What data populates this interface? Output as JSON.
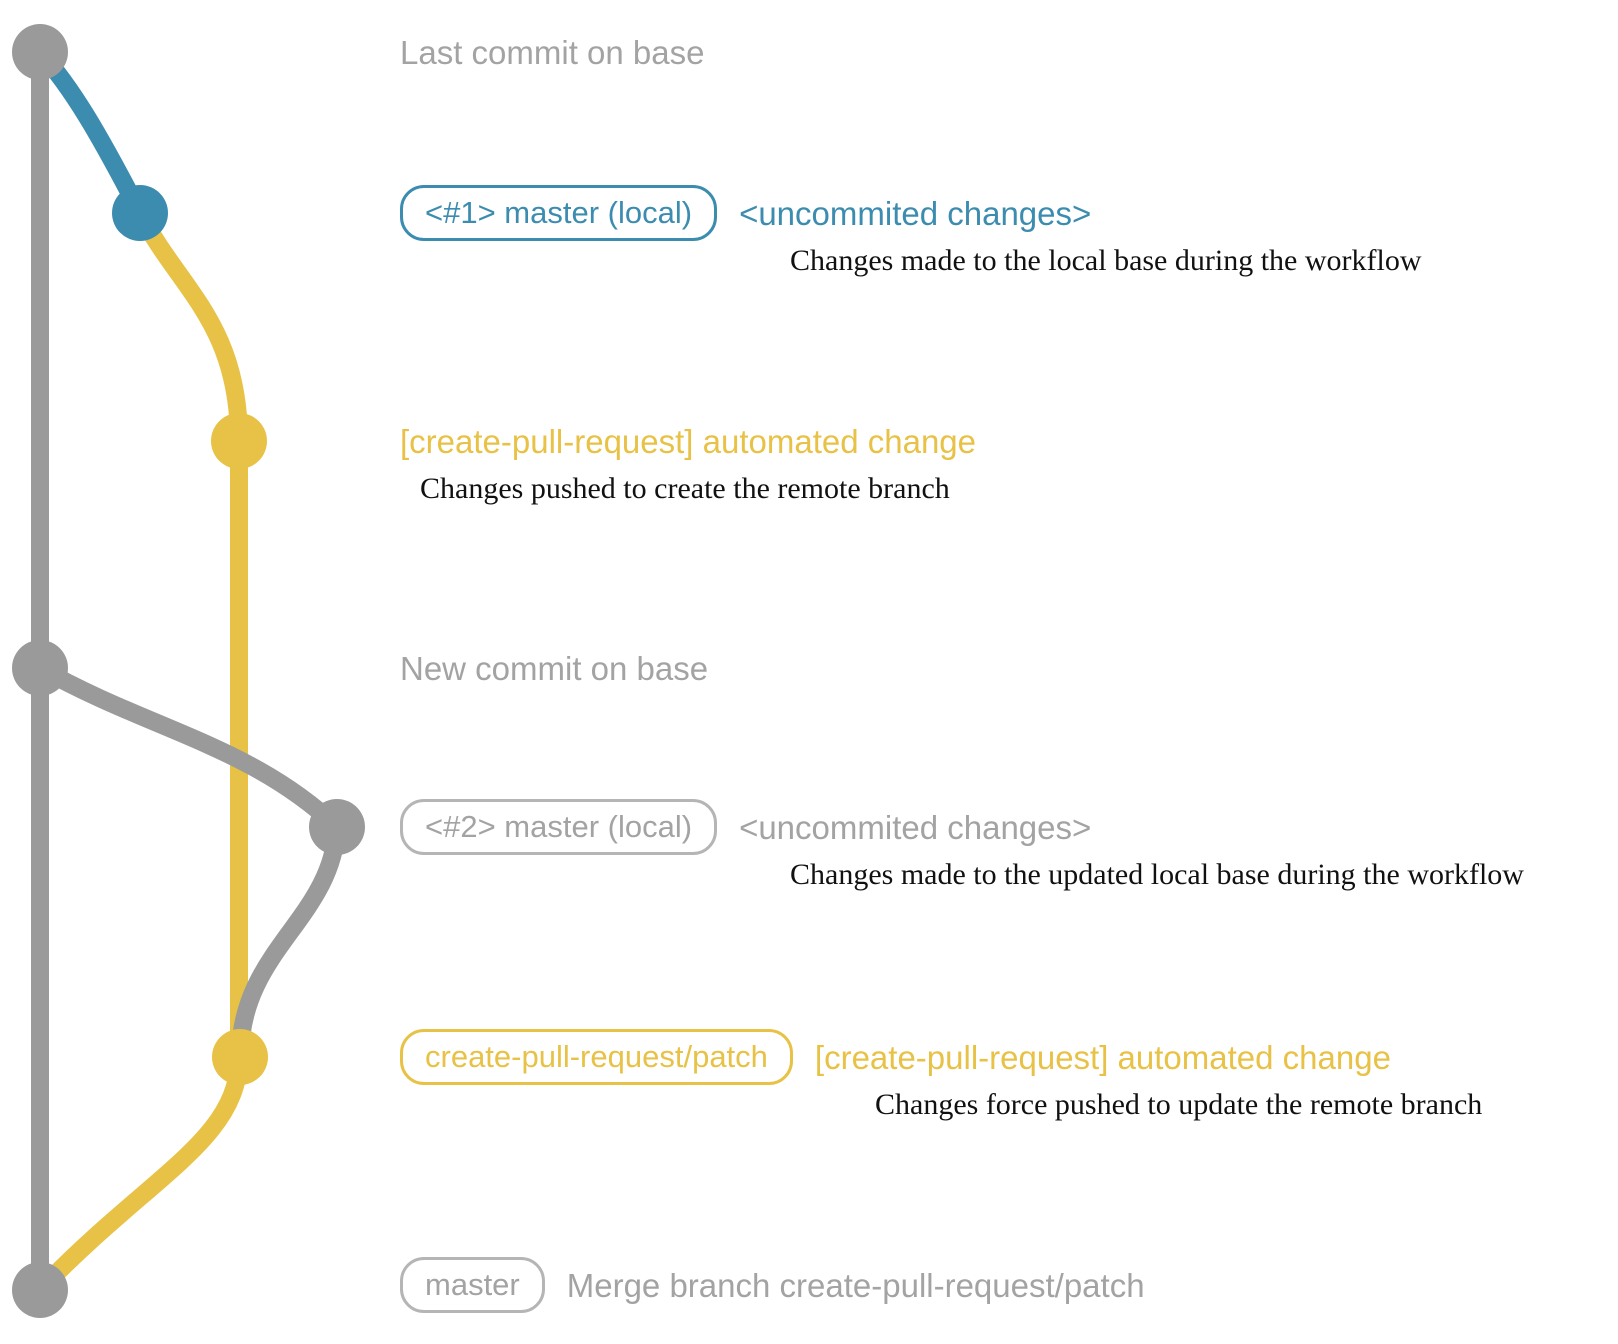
{
  "colors": {
    "gray": "#9a9a9a",
    "text_gray": "#a3a3a3",
    "blue": "#3c8cb0",
    "yellow": "#e8c246",
    "ink": "#111111",
    "bg": "#ffffff"
  },
  "graph": {
    "type": "git-commit-graph",
    "branches": [
      {
        "name": "base (master remote)",
        "color": "gray"
      },
      {
        "name": "master (local)",
        "color": "blue / gray"
      },
      {
        "name": "create-pull-request/patch",
        "color": "yellow"
      }
    ],
    "commits": [
      {
        "branch": "base",
        "color": "gray",
        "label": "Last commit on base"
      },
      {
        "branch": "master (local)",
        "color": "blue",
        "label": "<#1> master (local) <uncommited changes>"
      },
      {
        "branch": "create-pull-request/patch",
        "color": "yellow",
        "label": "[create-pull-request] automated change"
      },
      {
        "branch": "base",
        "color": "gray",
        "label": "New commit on base"
      },
      {
        "branch": "master (local)",
        "color": "gray",
        "label": "<#2> master (local) <uncommited changes>"
      },
      {
        "branch": "create-pull-request/patch",
        "color": "yellow",
        "label": "create-pull-request/patch [create-pull-request] automated change"
      },
      {
        "branch": "base",
        "color": "gray",
        "label": "master Merge branch create-pull-request/patch"
      }
    ]
  },
  "rows": {
    "last_commit": {
      "label": "Last commit on base"
    },
    "commit1": {
      "badge": "<#1> master (local)",
      "message": "<uncommited changes>",
      "description": "Changes made to the local base during the workflow"
    },
    "push1": {
      "message": "[create-pull-request] automated change",
      "description": "Changes pushed to create the remote branch"
    },
    "new_commit": {
      "label": "New commit on base"
    },
    "commit2": {
      "badge": "<#2> master (local)",
      "message": "<uncommited changes>",
      "description": "Changes made to the updated local base during the workflow"
    },
    "push2": {
      "badge": "create-pull-request/patch",
      "message": "[create-pull-request] automated change",
      "description": "Changes force pushed to update the remote branch"
    },
    "merge": {
      "badge": "master",
      "message": "Merge branch create-pull-request/patch"
    }
  }
}
